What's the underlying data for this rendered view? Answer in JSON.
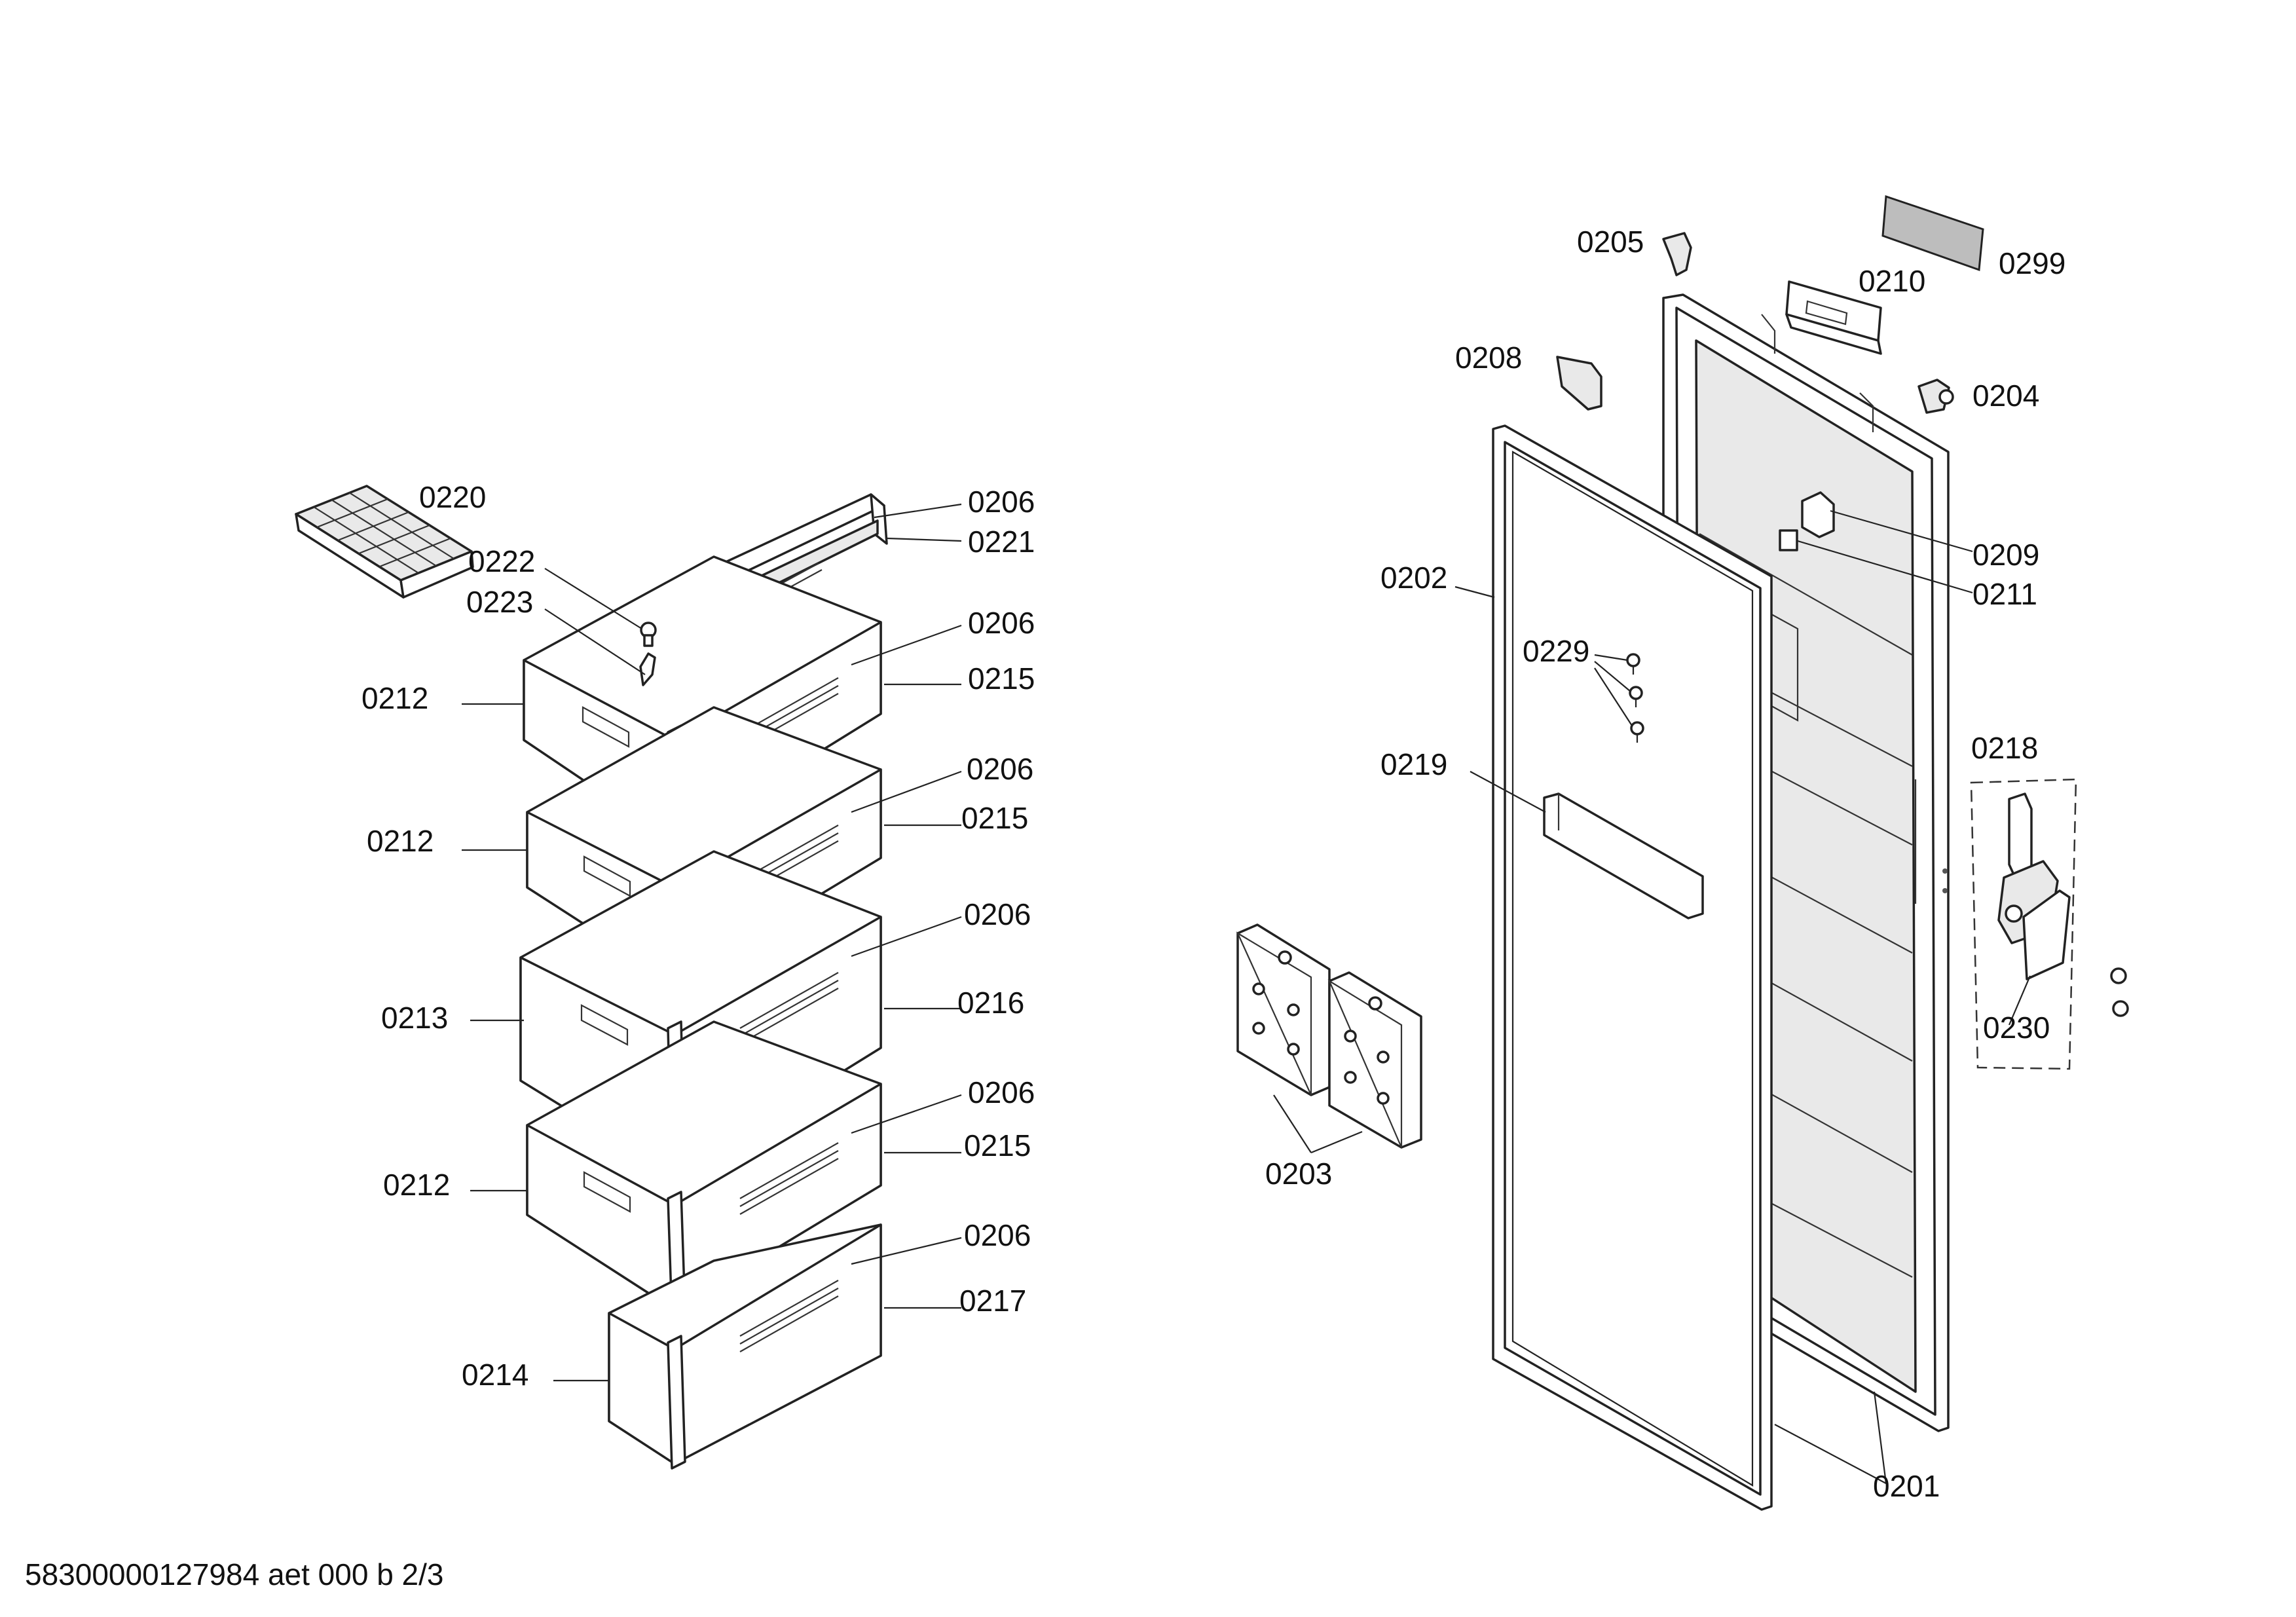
{
  "footer": "58300000127984 aet 000 b 2/3",
  "colors": {
    "line": "#222222",
    "background": "#ffffff",
    "shade": "#e9e9e9"
  },
  "labels": {
    "l0220": "0220",
    "l0222": "0222",
    "l0223": "0223",
    "l0206a": "0206",
    "l0221": "0221",
    "l0206b": "0206",
    "l0215a": "0215",
    "l0212a": "0212",
    "l0206c": "0206",
    "l0215b": "0215",
    "l0212b": "0212",
    "l0206d": "0206",
    "l0216": "0216",
    "l0213": "0213",
    "l0206e": "0206",
    "l0215c": "0215",
    "l0212c": "0212",
    "l0206f": "0206",
    "l0217": "0217",
    "l0214": "0214",
    "l0205": "0205",
    "l0299": "0299",
    "l0210": "0210",
    "l0208": "0208",
    "l0204": "0204",
    "l0202": "0202",
    "l0209": "0209",
    "l0211": "0211",
    "l0229": "0229",
    "l0218": "0218",
    "l0219": "0219",
    "l0230": "0230",
    "l0203": "0203",
    "l0201": "0201"
  }
}
